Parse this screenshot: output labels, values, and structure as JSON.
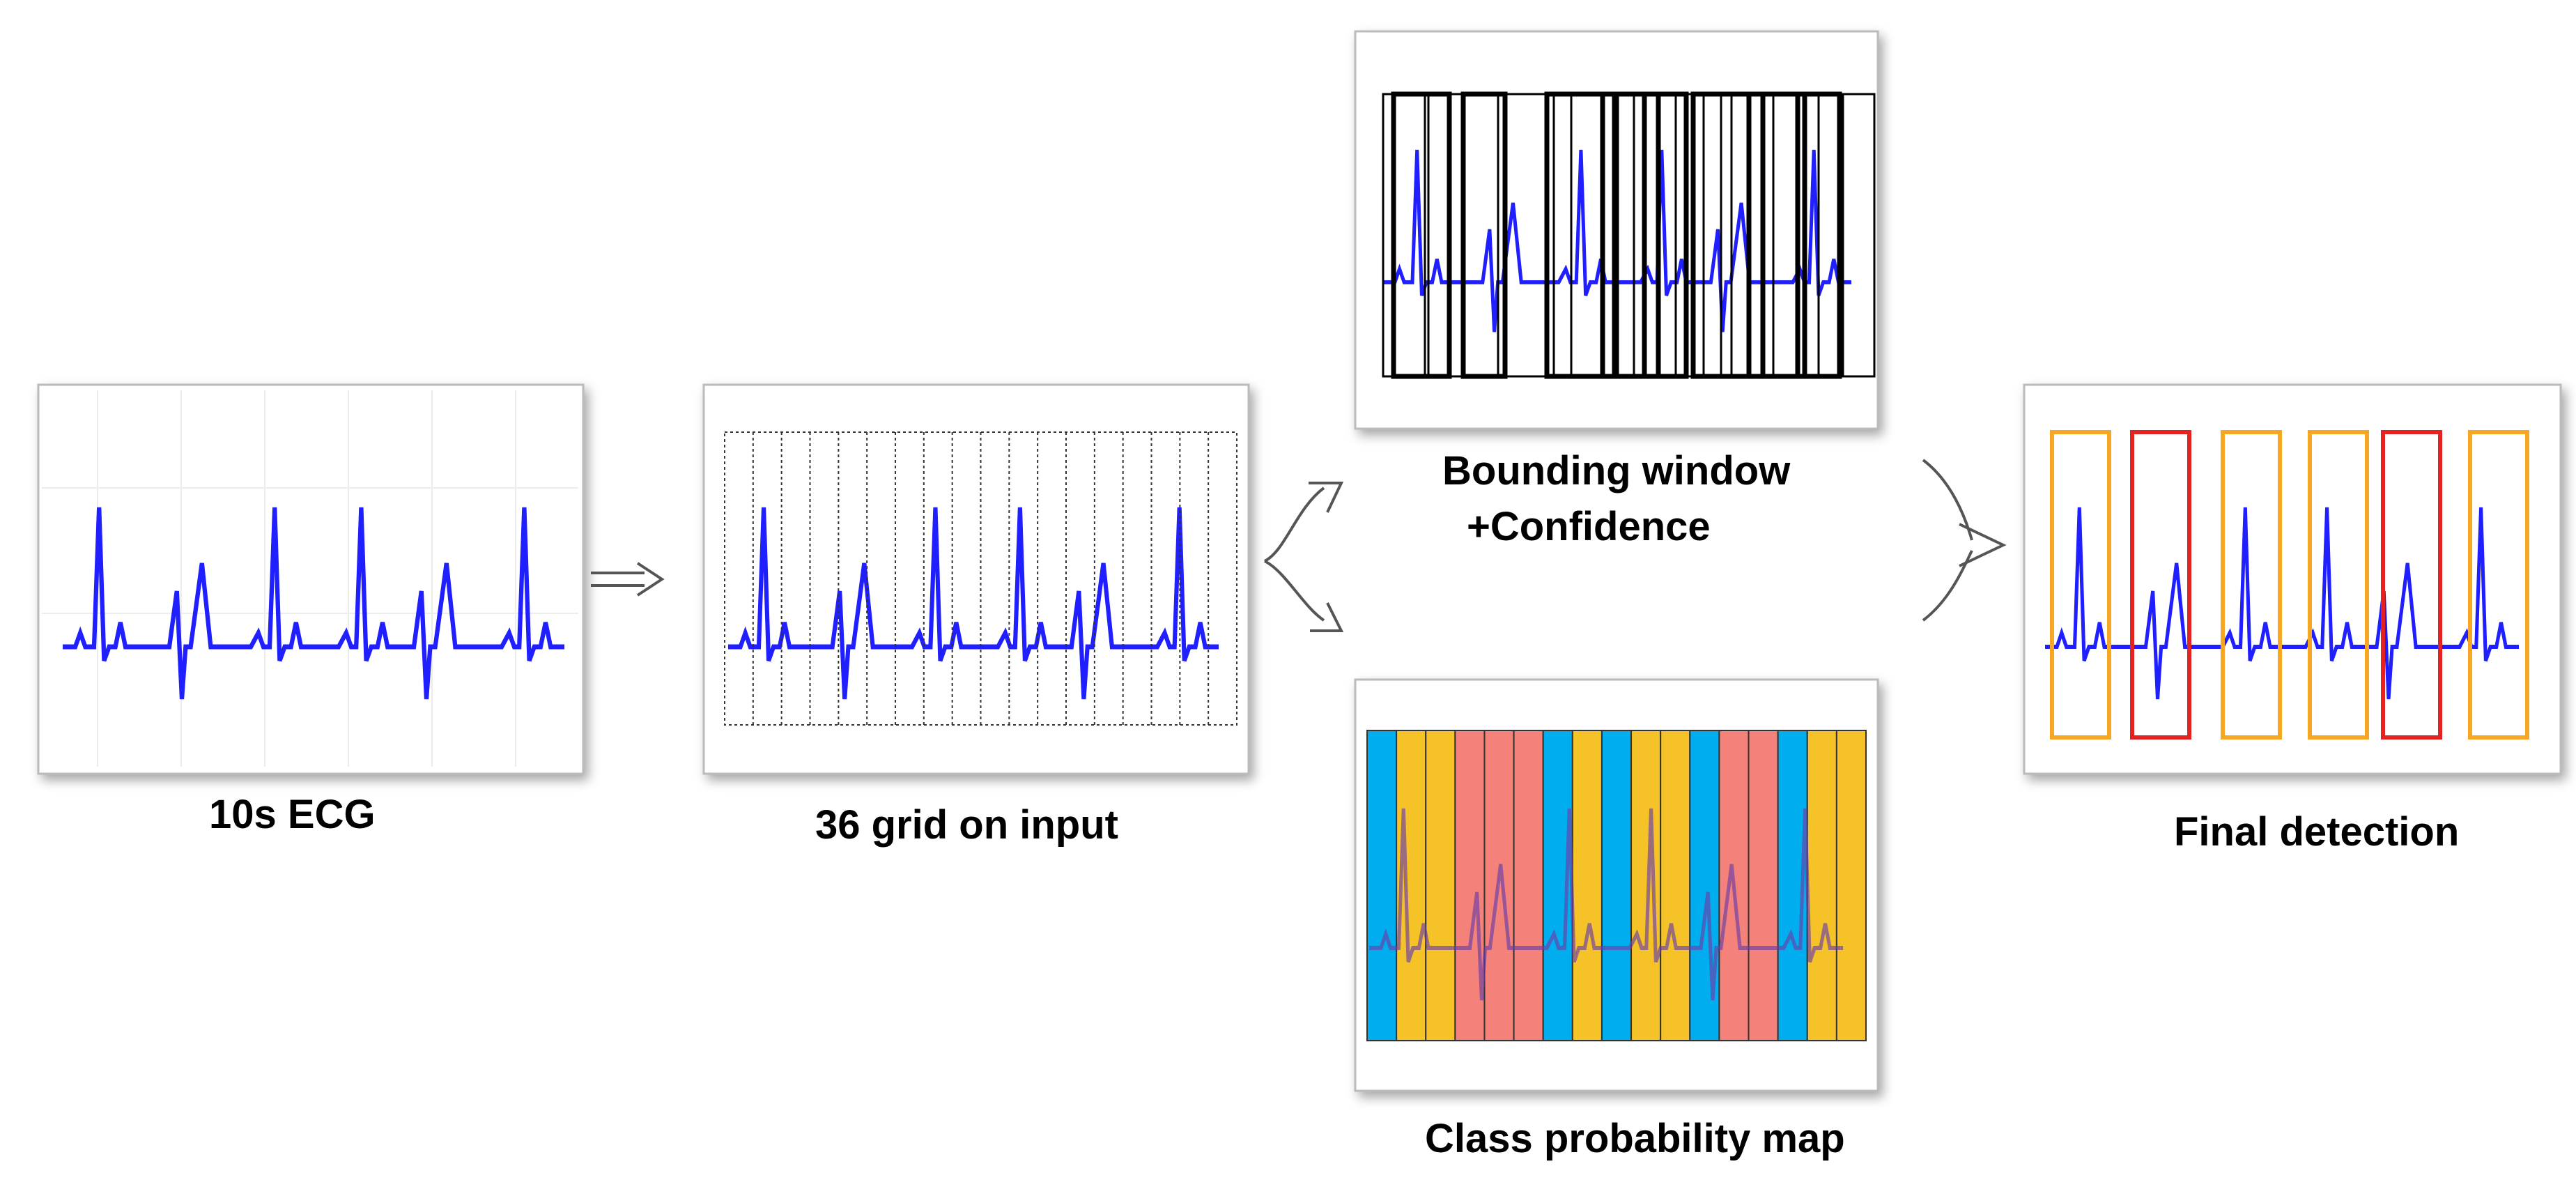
{
  "labels": {
    "ecg": "10s ECG",
    "grid": "36 grid on input",
    "bbox_line1": "Bounding window",
    "bbox_line2": "+Confidence",
    "class_map": "Class probability map",
    "final": "Final detection"
  },
  "colors": {
    "ecg_trace": "#1f1fff",
    "class_blue": "#00aeef",
    "class_yellow": "#f5c328",
    "class_red": "#f4827a",
    "final_yellow": "#f5a623",
    "final_red": "#e52222"
  },
  "class_map_strips": [
    "blue",
    "yellow",
    "yellow",
    "red",
    "red",
    "red",
    "blue",
    "yellow",
    "blue",
    "yellow",
    "yellow",
    "blue",
    "red",
    "red",
    "blue",
    "yellow",
    "yellow"
  ],
  "final_boxes": [
    "yellow",
    "red",
    "yellow",
    "yellow",
    "red",
    "yellow"
  ]
}
